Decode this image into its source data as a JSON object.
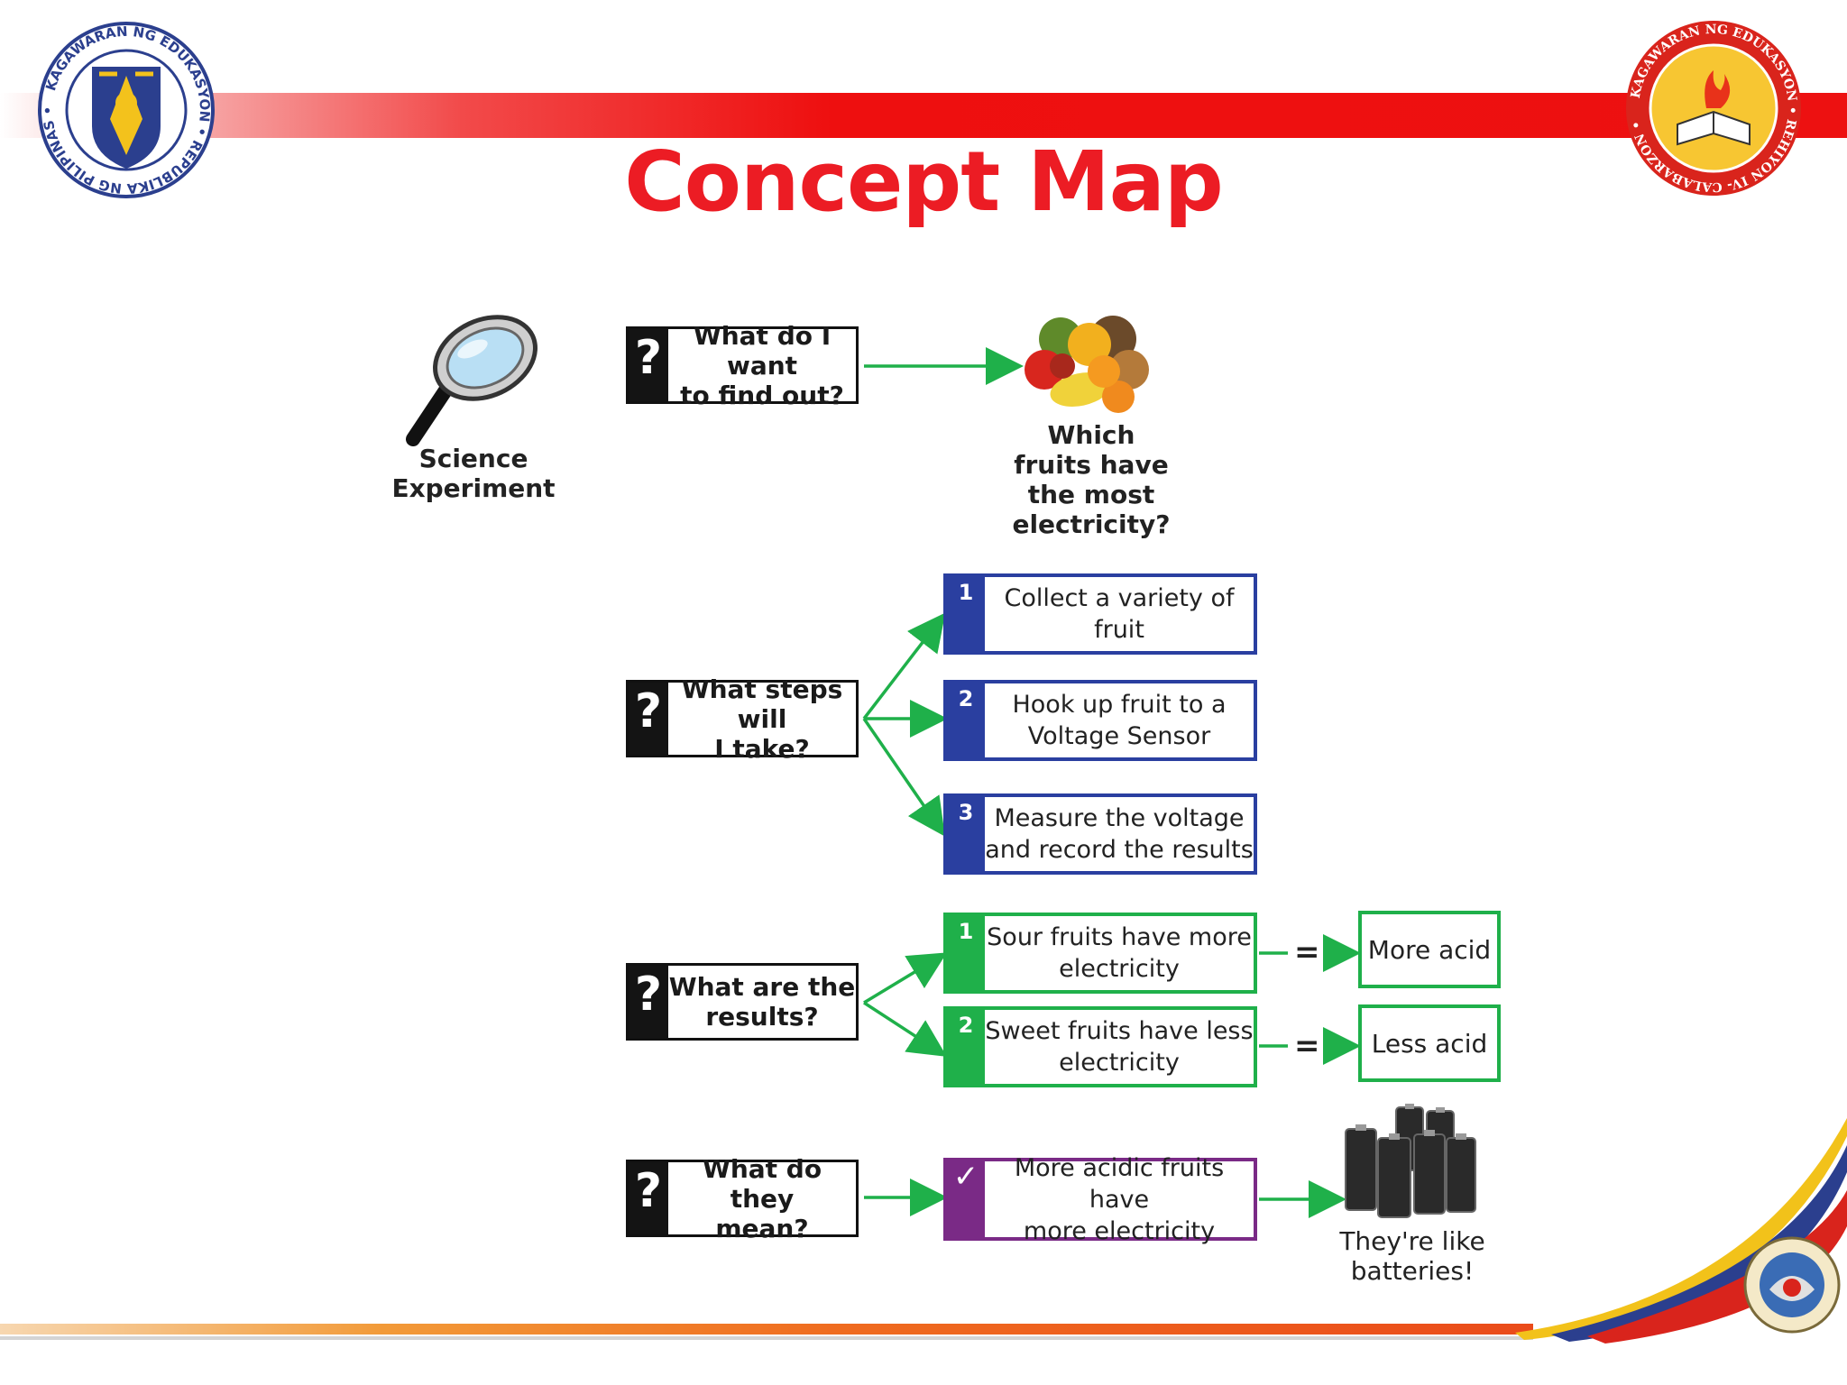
{
  "title": "Concept Map",
  "logos": {
    "left_seal_text": "KAGAWARAN NG EDUKASYON · REPUBLIKA NG PILIPINAS",
    "right_seal_text": "KAGAWARAN NG EDUKASYON · REHIYON IV- CALABARZON"
  },
  "colors": {
    "title": "#ec1c24",
    "arrow": "#1fb04a",
    "steps_accent": "#2a3fa0",
    "results_accent": "#1fb04a",
    "meaning_accent": "#7a2a86"
  },
  "science_label": "Science\nExperiment",
  "q1": {
    "mark": "?",
    "text": "What do I want\nto find out?"
  },
  "fruit_question": "Which\nfruits have\nthe most\nelectricity?",
  "q2": {
    "mark": "?",
    "text": "What steps will\nI take?"
  },
  "steps": [
    {
      "num": "1",
      "text": "Collect a variety of fruit"
    },
    {
      "num": "2",
      "text": "Hook up fruit to a\nVoltage Sensor"
    },
    {
      "num": "3",
      "text": "Measure the voltage\nand record the results"
    }
  ],
  "q3": {
    "mark": "?",
    "text": "What are the\nresults?"
  },
  "results": [
    {
      "num": "1",
      "text": "Sour fruits have more\nelectricity",
      "equals": "=",
      "answer": "More acid"
    },
    {
      "num": "2",
      "text": "Sweet fruits have less\nelectricity",
      "equals": "=",
      "answer": "Less acid"
    }
  ],
  "q4": {
    "mark": "?",
    "text": "What do they\nmean?"
  },
  "meaning": {
    "check": "✓",
    "text": "More acidic fruits have\nmore electricity"
  },
  "battery_label": "They're like\nbatteries!"
}
